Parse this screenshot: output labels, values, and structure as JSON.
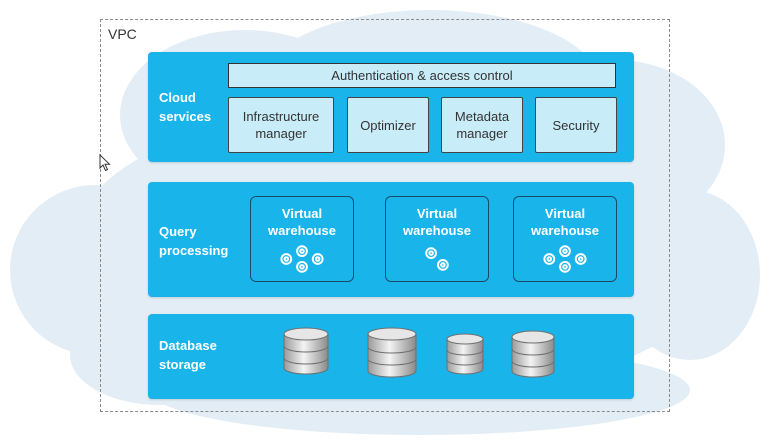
{
  "vpc": {
    "label": "VPC"
  },
  "layers": {
    "cloud_services": {
      "label": "Cloud\nservices",
      "auth_bar": "Authentication & access control",
      "services": [
        "Infrastructure\nmanager",
        "Optimizer",
        "Metadata\nmanager",
        "Security"
      ]
    },
    "query_processing": {
      "label": "Query\nprocessing",
      "warehouses": [
        {
          "label": "Virtual\nwarehouse",
          "icon": "gears-icon"
        },
        {
          "label": "Virtual\nwarehouse",
          "icon": "gears-icon"
        },
        {
          "label": "Virtual\nwarehouse",
          "icon": "gears-icon"
        }
      ]
    },
    "database_storage": {
      "label": "Database\nstorage",
      "icons": [
        "database-icon",
        "database-icon",
        "database-icon",
        "database-icon"
      ]
    }
  },
  "colors": {
    "layer": "#19b5ea",
    "service_box": "#c9ecf9",
    "cloud": "#e2edf6"
  }
}
